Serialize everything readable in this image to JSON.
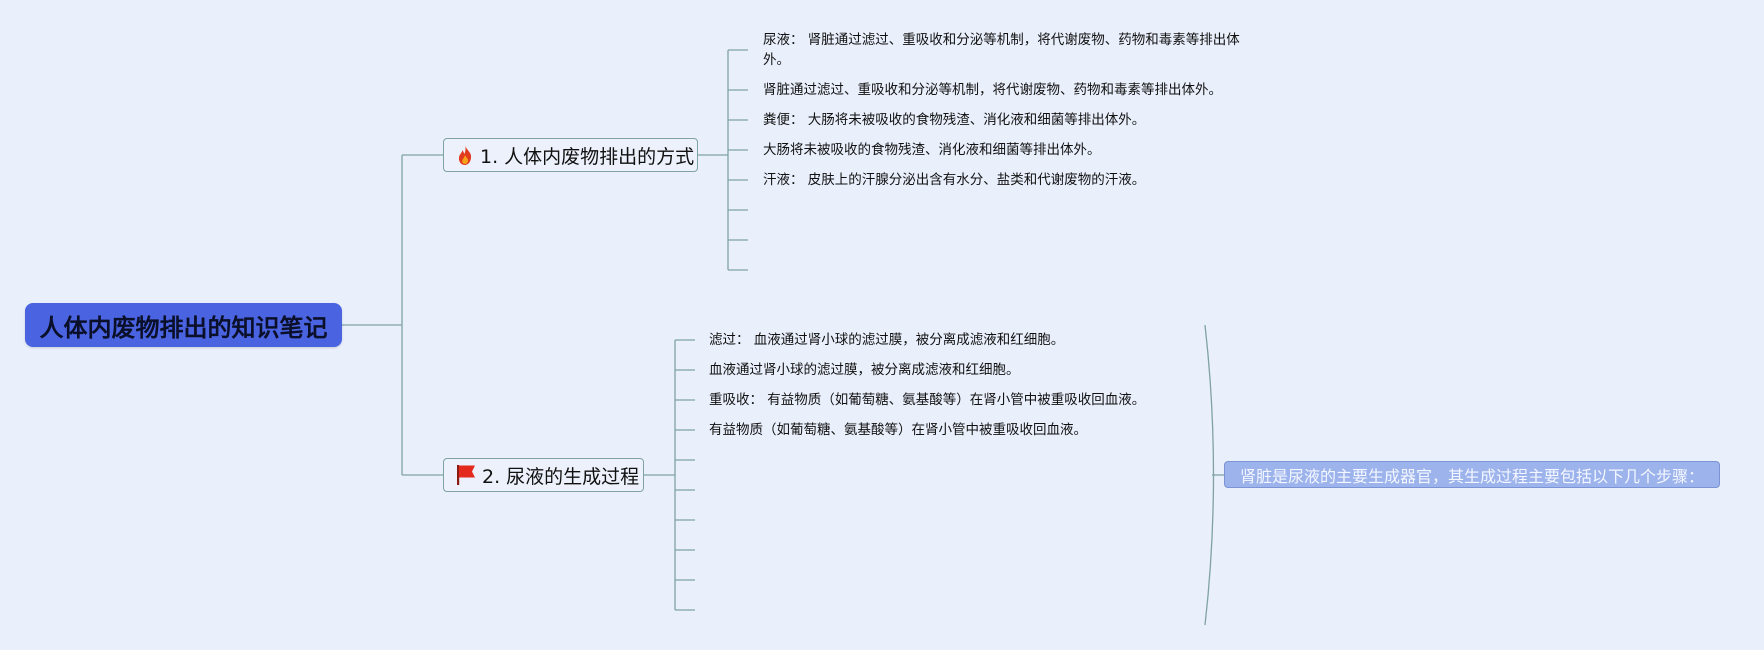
{
  "root": {
    "title": "人体内废物排出的知识笔记"
  },
  "topics": [
    {
      "label": "1. 人体内废物排出的方式",
      "icon": "fire-icon",
      "children": [
        "尿液： 肾脏通过滤过、重吸收和分泌等机制，将代谢废物、药物和毒素等排出体外。",
        "肾脏通过滤过、重吸收和分泌等机制，将代谢废物、药物和毒素等排出体外。",
        "粪便： 大肠将未被吸收的食物残渣、消化液和细菌等排出体外。",
        "大肠将未被吸收的食物残渣、消化液和细菌等排出体外。",
        "汗液： 皮肤上的汗腺分泌出含有水分、盐类和代谢废物的汗液。",
        "",
        "",
        ""
      ]
    },
    {
      "label": "2. 尿液的生成过程",
      "icon": "red-flag-icon",
      "children": [
        "滤过： 血液通过肾小球的滤过膜，被分离成滤液和红细胞。",
        "血液通过肾小球的滤过膜，被分离成滤液和红细胞。",
        "重吸收： 有益物质（如葡萄糖、氨基酸等）在肾小管中被重吸收回血液。",
        "有益物质（如葡萄糖、氨基酸等）在肾小管中被重吸收回血液。",
        "",
        "",
        "",
        "",
        "",
        ""
      ]
    }
  ],
  "summary": {
    "text": "肾脏是尿液的主要生成器官，其生成过程主要包括以下几个步骤："
  },
  "colors": {
    "connector": "#7fa3a3",
    "root_bg": "#4a63e0",
    "callout_bg": "#9db3ec",
    "background": "#e9effb"
  }
}
